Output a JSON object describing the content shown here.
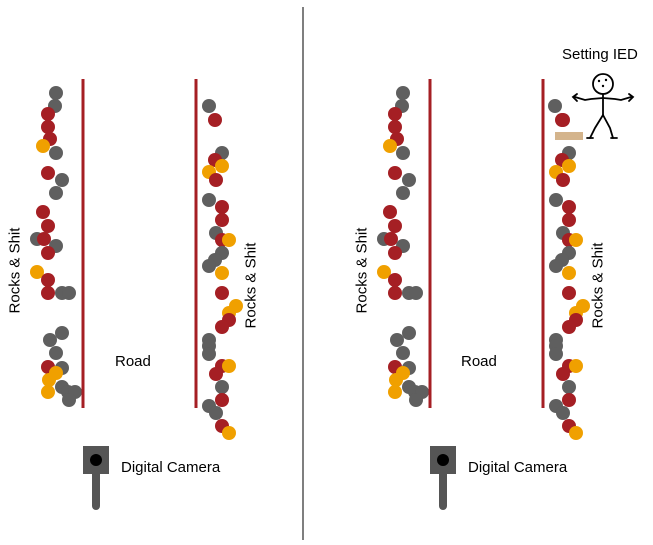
{
  "colors": {
    "road_line": "#A51F24",
    "rock_gray": "#5F5F5F",
    "rock_red": "#A51F24",
    "rock_orange": "#F0A000",
    "divider": "#555555",
    "camera_body": "#555555",
    "ied": "#D4B48C"
  },
  "panels": [
    {
      "id": "left",
      "road_label": "Road",
      "rocks_left_label": "Rocks & Shit",
      "rocks_right_label": "Rocks & Shit",
      "camera_label": "Digital Camera"
    },
    {
      "id": "right",
      "road_label": "Road",
      "rocks_left_label": "Rocks & Shit",
      "rocks_right_label": "Rocks & Shit",
      "camera_label": "Digital Camera",
      "figure_label": "Setting IED"
    }
  ],
  "icons": {
    "camera": "camera-icon",
    "stick_figure": "stick-figure-icon",
    "ied": "ied-icon",
    "rock": "rock-icon"
  }
}
